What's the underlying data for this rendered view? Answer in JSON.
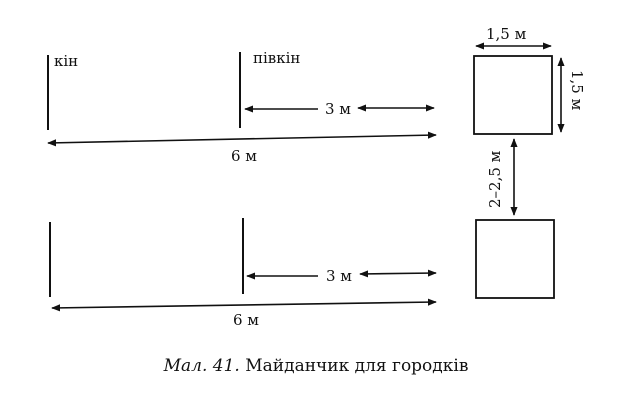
{
  "labels": {
    "kon": "кін",
    "pivkon": "півкін",
    "three_m_top": "3 м",
    "six_m_top": "6 м",
    "three_m_bottom": "3 м",
    "six_m_bottom": "6 м",
    "square_width": "1,5 м",
    "square_height": "1,5 м",
    "gap": "2–2,5 м"
  },
  "caption": {
    "prefix": "Мал. 41.",
    "text": " Майданчик для городків"
  }
}
